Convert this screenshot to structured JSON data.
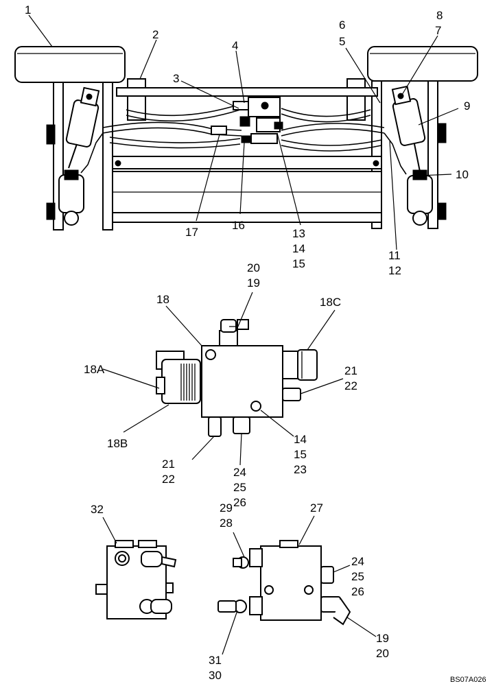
{
  "drawing_code": "BS07A026",
  "labels": {
    "l1": "1",
    "l2": "2",
    "l3": "3",
    "l4": "4",
    "l6": "6",
    "l5": "5",
    "l8": "8",
    "l7": "7",
    "l9": "9",
    "l10": "10",
    "l17": "17",
    "l16": "16",
    "l13": "13",
    "l14": "14",
    "l15": "15",
    "l11": "11",
    "l12": "12",
    "l20a": "20",
    "l19a": "19",
    "l18": "18",
    "l18c": "18C",
    "l18a": "18A",
    "l18b": "18B",
    "l21a": "21",
    "l22a": "22",
    "l14b": "14",
    "l15b": "15",
    "l23": "23",
    "l21b": "21",
    "l22b": "22",
    "l24a": "24",
    "l25a": "25",
    "l26a": "26",
    "l32": "32",
    "l29": "29",
    "l28": "28",
    "l27": "27",
    "l24b": "24",
    "l25b": "25",
    "l26b": "26",
    "l19b": "19",
    "l20b": "20",
    "l31": "31",
    "l30": "30"
  }
}
